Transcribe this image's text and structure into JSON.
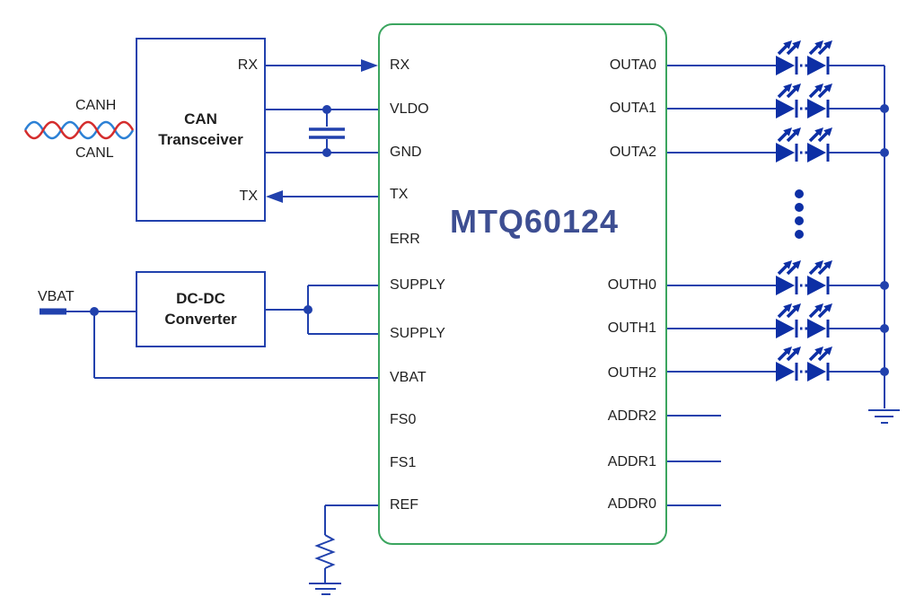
{
  "colors": {
    "wire": "#2141ad",
    "led": "#0d2fa5",
    "chip_border": "#3ba55f",
    "chip_title": "#3d4e92",
    "text": "#1f1f1f",
    "canh_red": "#d42c2c",
    "canl_blue": "#2b80d5",
    "background": "#ffffff"
  },
  "labels": {
    "canh": "CANH",
    "canl": "CANL",
    "vbat_source": "VBAT"
  },
  "blocks": {
    "can_transceiver": {
      "title_line1": "CAN",
      "title_line2": "Transceiver",
      "pin_rx": "RX",
      "pin_tx": "TX"
    },
    "dcdc_converter": {
      "title_line1": "DC-DC",
      "title_line2": "Converter"
    },
    "chip": {
      "name": "MTQ60124",
      "left_pins": [
        "RX",
        "VLDO",
        "GND",
        "TX",
        "ERR",
        "SUPPLY",
        "SUPPLY",
        "VBAT",
        "FS0",
        "FS1",
        "REF"
      ],
      "right_pins": [
        "OUTA0",
        "OUTA1",
        "OUTA2",
        "OUTH0",
        "OUTH1",
        "OUTH2",
        "ADDR2",
        "ADDR1",
        "ADDR0"
      ]
    }
  },
  "icons": {
    "twisted-pair-icon": "∿∿ crossing red/blue pair",
    "capacitor-icon": "two parallel plates",
    "resistor-icon": "zigzag",
    "ground-icon": "⏚ three bars",
    "led-icon": "▶| with two emission arrows",
    "junction-dot": "●",
    "signal-arrowhead": "▶",
    "vertical-ellipsis": "⋮"
  }
}
